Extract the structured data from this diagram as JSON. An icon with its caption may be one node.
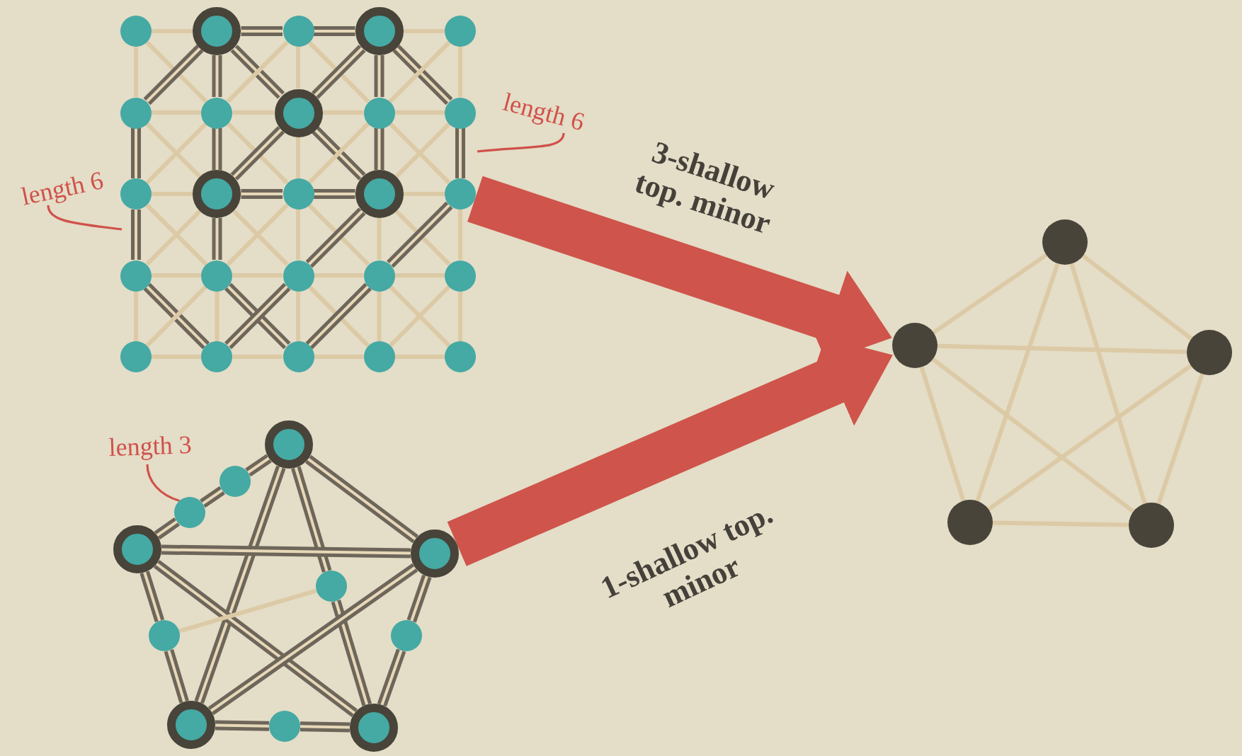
{
  "diagram": {
    "nodes": [
      {
        "text": [],
        "shape": "circle"
      },
      {
        "text": [],
        "shape": "ring"
      },
      {
        "text": [],
        "shape": "circle"
      },
      {
        "text": [],
        "shape": "ring"
      },
      {
        "text": [],
        "shape": "circle"
      },
      {
        "text": [],
        "shape": "circle"
      },
      {
        "text": [],
        "shape": "circle"
      },
      {
        "text": [],
        "shape": "ring"
      },
      {
        "text": [],
        "shape": "circle"
      },
      {
        "text": [],
        "shape": "circle"
      },
      {
        "text": [],
        "shape": "circle"
      },
      {
        "text": [],
        "shape": "ring"
      },
      {
        "text": [],
        "shape": "circle"
      },
      {
        "text": [],
        "shape": "ring"
      },
      {
        "text": [],
        "shape": "circle"
      },
      {
        "text": [],
        "shape": "circle"
      },
      {
        "text": [],
        "shape": "circle"
      },
      {
        "text": [],
        "shape": "circle"
      },
      {
        "text": [],
        "shape": "circle"
      },
      {
        "text": [],
        "shape": "circle"
      },
      {
        "text": [],
        "shape": "circle"
      },
      {
        "text": [],
        "shape": "circle"
      },
      {
        "text": [],
        "shape": "circle"
      },
      {
        "text": [],
        "shape": "circle"
      },
      {
        "text": [],
        "shape": "circle"
      },
      {
        "text": [
          "length 6"
        ]
      },
      {
        "text": [
          "length 6"
        ]
      },
      {
        "text": [
          "length 3"
        ]
      },
      {
        "text": [],
        "shape": "ring"
      },
      {
        "text": [],
        "shape": "circle"
      },
      {
        "text": [],
        "shape": "circle"
      },
      {
        "text": [],
        "shape": "ring"
      },
      {
        "text": [],
        "shape": "ring"
      },
      {
        "text": [],
        "shape": "circle"
      },
      {
        "text": [],
        "shape": "circle"
      },
      {
        "text": [],
        "shape": "circle"
      },
      {
        "text": [],
        "shape": "ring"
      },
      {
        "text": [],
        "shape": "circle"
      },
      {
        "text": [],
        "shape": "ring"
      },
      {
        "text": [],
        "shape": "dot"
      },
      {
        "text": [],
        "shape": "dot"
      },
      {
        "text": [],
        "shape": "dot"
      },
      {
        "text": [],
        "shape": "dot"
      },
      {
        "text": [],
        "shape": "dot"
      }
    ],
    "edges": [
      {
        "from": 0,
        "to": 1,
        "arrow": "none"
      },
      {
        "from": 1,
        "to": 2,
        "arrow": "none",
        "style": "thick",
        "color": "#6e665a"
      },
      {
        "from": 2,
        "to": 3,
        "arrow": "none",
        "style": "thick",
        "color": "#6e665a"
      },
      {
        "from": 3,
        "to": 4,
        "arrow": "none"
      },
      {
        "from": 5,
        "to": 6,
        "arrow": "none"
      },
      {
        "from": 6,
        "to": 7,
        "arrow": "none"
      },
      {
        "from": 7,
        "to": 8,
        "arrow": "none"
      },
      {
        "from": 8,
        "to": 9,
        "arrow": "none"
      },
      {
        "from": 10,
        "to": 11,
        "arrow": "none"
      },
      {
        "from": 11,
        "to": 12,
        "arrow": "none",
        "style": "thick",
        "color": "#6e665a"
      },
      {
        "from": 12,
        "to": 13,
        "arrow": "none",
        "style": "thick",
        "color": "#6e665a"
      },
      {
        "from": 13,
        "to": 14,
        "arrow": "none"
      },
      {
        "from": 15,
        "to": 16,
        "arrow": "none"
      },
      {
        "from": 16,
        "to": 17,
        "arrow": "none"
      },
      {
        "from": 17,
        "to": 18,
        "arrow": "none"
      },
      {
        "from": 18,
        "to": 19,
        "arrow": "none"
      },
      {
        "from": 20,
        "to": 21,
        "arrow": "none"
      },
      {
        "from": 21,
        "to": 22,
        "arrow": "none"
      },
      {
        "from": 22,
        "to": 23,
        "arrow": "none"
      },
      {
        "from": 23,
        "to": 24,
        "arrow": "none"
      },
      {
        "from": 0,
        "to": 5,
        "arrow": "none"
      },
      {
        "from": 1,
        "to": 6,
        "arrow": "none",
        "style": "thick",
        "color": "#6e665a"
      },
      {
        "from": 2,
        "to": 7,
        "arrow": "none"
      },
      {
        "from": 3,
        "to": 8,
        "arrow": "none",
        "style": "thick",
        "color": "#6e665a"
      },
      {
        "from": 4,
        "to": 9,
        "arrow": "none"
      },
      {
        "from": 5,
        "to": 10,
        "arrow": "none",
        "style": "thick",
        "color": "#6e665a"
      },
      {
        "from": 6,
        "to": 11,
        "arrow": "none",
        "style": "thick",
        "color": "#6e665a"
      },
      {
        "from": 7,
        "to": 12,
        "arrow": "none"
      },
      {
        "from": 8,
        "to": 13,
        "arrow": "none",
        "style": "thick",
        "color": "#6e665a"
      },
      {
        "from": 9,
        "to": 14,
        "arrow": "none",
        "style": "thick",
        "color": "#6e665a"
      },
      {
        "from": 10,
        "to": 15,
        "arrow": "none",
        "style": "thick",
        "color": "#6e665a"
      },
      {
        "from": 11,
        "to": 16,
        "arrow": "none",
        "style": "thick",
        "color": "#6e665a"
      },
      {
        "from": 12,
        "to": 17,
        "arrow": "none"
      },
      {
        "from": 13,
        "to": 18,
        "arrow": "none"
      },
      {
        "from": 14,
        "to": 19,
        "arrow": "none"
      },
      {
        "from": 15,
        "to": 20,
        "arrow": "none"
      },
      {
        "from": 16,
        "to": 21,
        "arrow": "none"
      },
      {
        "from": 17,
        "to": 22,
        "arrow": "none"
      },
      {
        "from": 18,
        "to": 23,
        "arrow": "none"
      },
      {
        "from": 19,
        "to": 24,
        "arrow": "none"
      },
      {
        "from": 0,
        "to": 6,
        "arrow": "none"
      },
      {
        "from": 1,
        "to": 7,
        "arrow": "none",
        "style": "thick",
        "color": "#6e665a"
      },
      {
        "from": 2,
        "to": 8,
        "arrow": "none"
      },
      {
        "from": 3,
        "to": 9,
        "arrow": "none",
        "style": "thick",
        "color": "#6e665a"
      },
      {
        "from": 5,
        "to": 11,
        "arrow": "none"
      },
      {
        "from": 6,
        "to": 12,
        "arrow": "none"
      },
      {
        "from": 7,
        "to": 13,
        "arrow": "none",
        "style": "thick",
        "color": "#6e665a"
      },
      {
        "from": 8,
        "to": 14,
        "arrow": "none"
      },
      {
        "from": 10,
        "to": 16,
        "arrow": "none"
      },
      {
        "from": 11,
        "to": 17,
        "arrow": "none"
      },
      {
        "from": 12,
        "to": 18,
        "arrow": "none"
      },
      {
        "from": 13,
        "to": 19,
        "arrow": "none"
      },
      {
        "from": 15,
        "to": 21,
        "arrow": "none",
        "style": "thick",
        "color": "#6e665a"
      },
      {
        "from": 16,
        "to": 22,
        "arrow": "none",
        "style": "thick",
        "color": "#6e665a"
      },
      {
        "from": 17,
        "to": 23,
        "arrow": "none"
      },
      {
        "from": 18,
        "to": 24,
        "arrow": "none"
      },
      {
        "from": 1,
        "to": 5,
        "arrow": "none",
        "style": "thick",
        "color": "#6e665a"
      },
      {
        "from": 2,
        "to": 6,
        "arrow": "none"
      },
      {
        "from": 3,
        "to": 7,
        "arrow": "none",
        "style": "thick",
        "color": "#6e665a"
      },
      {
        "from": 4,
        "to": 8,
        "arrow": "none"
      },
      {
        "from": 6,
        "to": 10,
        "arrow": "none"
      },
      {
        "from": 7,
        "to": 11,
        "arrow": "none",
        "style": "thick",
        "color": "#6e665a"
      },
      {
        "from": 8,
        "to": 12,
        "arrow": "none"
      },
      {
        "from": 9,
        "to": 13,
        "arrow": "none"
      },
      {
        "from": 11,
        "to": 15,
        "arrow": "none"
      },
      {
        "from": 12,
        "to": 16,
        "arrow": "none"
      },
      {
        "from": 13,
        "to": 17,
        "arrow": "none",
        "style": "thick",
        "color": "#6e665a"
      },
      {
        "from": 14,
        "to": 18,
        "arrow": "none",
        "style": "thick",
        "color": "#6e665a"
      },
      {
        "from": 16,
        "to": 20,
        "arrow": "none"
      },
      {
        "from": 17,
        "to": 21,
        "arrow": "none",
        "style": "thick",
        "color": "#6e665a"
      },
      {
        "from": 18,
        "to": 22,
        "arrow": "none",
        "style": "thick",
        "color": "#6e665a"
      },
      {
        "from": 19,
        "to": 23,
        "arrow": "none"
      },
      {
        "from": 28,
        "to": 29,
        "arrow": "none",
        "style": "thick",
        "color": "#6e665a"
      },
      {
        "from": 29,
        "to": 30,
        "arrow": "none",
        "style": "thick",
        "color": "#6e665a"
      },
      {
        "from": 30,
        "to": 31,
        "arrow": "none",
        "style": "thick",
        "color": "#6e665a"
      },
      {
        "from": 28,
        "to": 32,
        "arrow": "none",
        "style": "thick",
        "color": "#6e665a"
      },
      {
        "from": 28,
        "to": 36,
        "arrow": "none",
        "style": "thick",
        "color": "#6e665a"
      },
      {
        "from": 28,
        "to": 33,
        "arrow": "none",
        "style": "thick",
        "color": "#6e665a"
      },
      {
        "from": 33,
        "to": 38,
        "arrow": "none",
        "style": "thick",
        "color": "#6e665a"
      },
      {
        "from": 31,
        "to": 32,
        "arrow": "none",
        "style": "thick",
        "color": "#6e665a"
      },
      {
        "from": 31,
        "to": 34,
        "arrow": "none",
        "style": "thick",
        "color": "#6e665a"
      },
      {
        "from": 34,
        "to": 36,
        "arrow": "none",
        "style": "thick",
        "color": "#6e665a"
      },
      {
        "from": 31,
        "to": 38,
        "arrow": "none",
        "style": "thick",
        "color": "#6e665a"
      },
      {
        "from": 32,
        "to": 36,
        "arrow": "none",
        "style": "thick",
        "color": "#6e665a"
      },
      {
        "from": 32,
        "to": 35,
        "arrow": "none",
        "style": "thick",
        "color": "#6e665a"
      },
      {
        "from": 35,
        "to": 38,
        "arrow": "none",
        "style": "thick",
        "color": "#6e665a"
      },
      {
        "from": 36,
        "to": 37,
        "arrow": "none",
        "style": "thick",
        "color": "#6e665a"
      },
      {
        "from": 37,
        "to": 38,
        "arrow": "none",
        "style": "thick",
        "color": "#6e665a"
      },
      {
        "from": 34,
        "to": 33,
        "arrow": "none"
      },
      {
        "from": 39,
        "to": 40,
        "arrow": "none"
      },
      {
        "from": 39,
        "to": 41,
        "arrow": "none"
      },
      {
        "from": 39,
        "to": 42,
        "arrow": "none"
      },
      {
        "from": 39,
        "to": 43,
        "arrow": "none"
      },
      {
        "from": 40,
        "to": 41,
        "arrow": "none"
      },
      {
        "from": 40,
        "to": 42,
        "arrow": "none"
      },
      {
        "from": 40,
        "to": 43,
        "arrow": "none"
      },
      {
        "from": 41,
        "to": 42,
        "arrow": "none"
      },
      {
        "from": 41,
        "to": 43,
        "arrow": "none"
      },
      {
        "from": 42,
        "to": 43,
        "arrow": "none"
      },
      {
        "from": 25,
        "to": null,
        "arrow": "none",
        "color": "#d0514b"
      },
      {
        "from": 26,
        "to": null,
        "arrow": "none",
        "color": "#d0514b"
      },
      {
        "from": 27,
        "to": 30,
        "arrow": "none",
        "color": "#d0514b"
      },
      {
        "from": 14,
        "to": 40,
        "arrow": "to",
        "style": "thick",
        "color": "#cf544b",
        "label": "3-shallow top. minor"
      },
      {
        "from": 32,
        "to": 40,
        "arrow": "to",
        "style": "thick",
        "color": "#cf544b",
        "label": "1-shallow top. minor"
      }
    ]
  }
}
